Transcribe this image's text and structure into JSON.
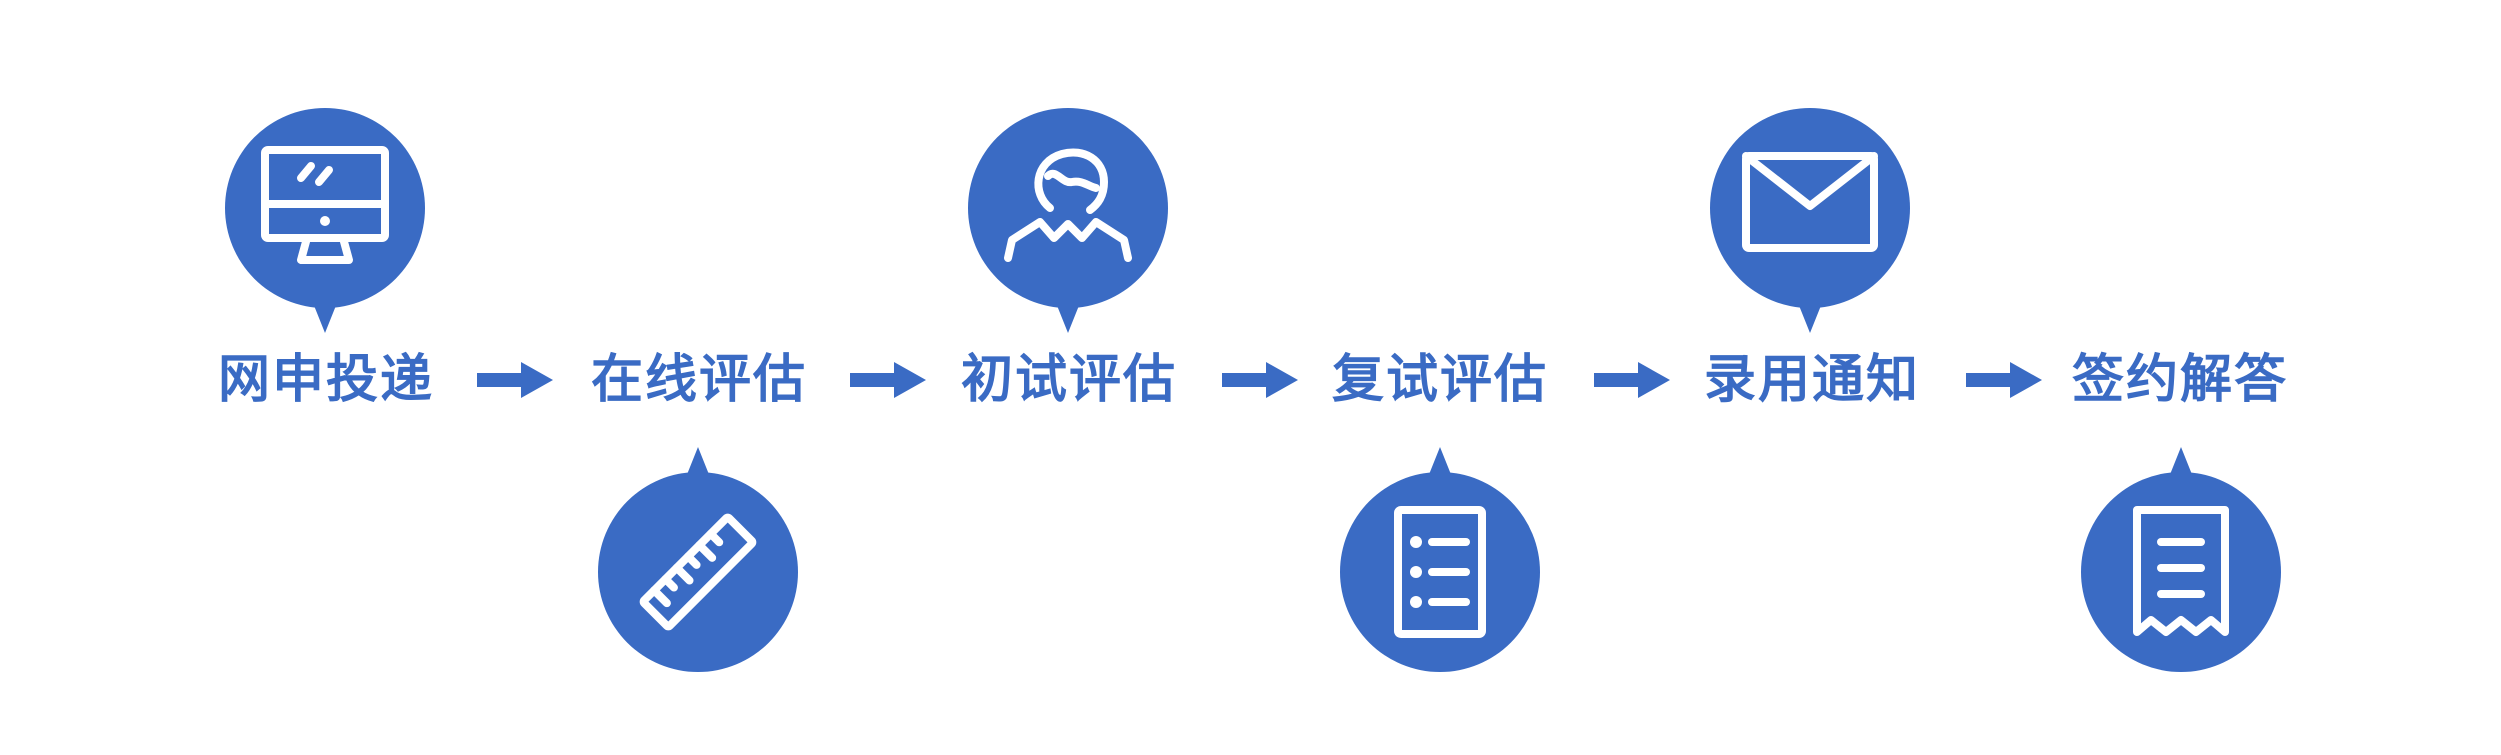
{
  "colors": {
    "accent": "#3a6bc4",
    "icon": "#ffffff",
    "background": "#ffffff"
  },
  "steps": [
    {
      "label": "网申投递",
      "icon": "monitor-icon",
      "pin_position": "above"
    },
    {
      "label": "在线评估",
      "icon": "ruler-icon",
      "pin_position": "below"
    },
    {
      "label": "初试评估",
      "icon": "interviewer-icon",
      "pin_position": "above"
    },
    {
      "label": "复试评估",
      "icon": "checklist-icon",
      "pin_position": "below"
    },
    {
      "label": "录用通知",
      "icon": "envelope-icon",
      "pin_position": "above"
    },
    {
      "label": "签约解答",
      "icon": "receipt-icon",
      "pin_position": "below"
    }
  ]
}
